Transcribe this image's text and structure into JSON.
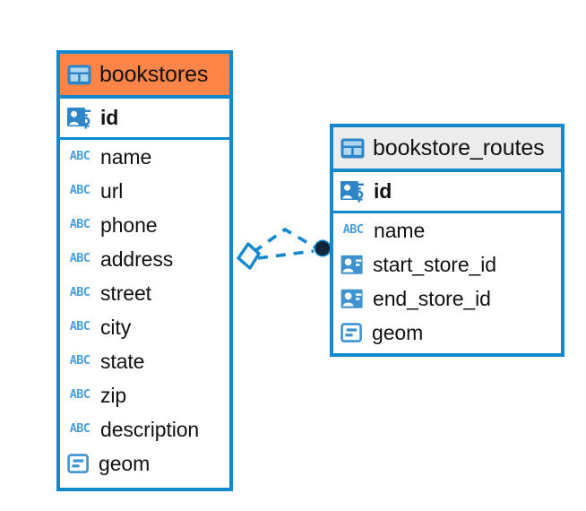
{
  "diagram": {
    "type": "entity-relationship-diagram",
    "background_color": "#FFFFFF",
    "accent_color": "#1289CE",
    "highlight_color": "#FF8447",
    "header_gray": "#ECECEC",
    "entities": [
      {
        "name": "bookstores",
        "header_style": "accent-orange",
        "table_icon": "table-icon",
        "fields": [
          {
            "label": "id",
            "type": "primary-key",
            "icon": "primary-key-icon"
          },
          {
            "label": "name",
            "type": "text",
            "icon": "abc-text-icon"
          },
          {
            "label": "url",
            "type": "text",
            "icon": "abc-text-icon"
          },
          {
            "label": "phone",
            "type": "text",
            "icon": "abc-text-icon"
          },
          {
            "label": "address",
            "type": "text",
            "icon": "abc-text-icon"
          },
          {
            "label": "street",
            "type": "text",
            "icon": "abc-text-icon"
          },
          {
            "label": "city",
            "type": "text",
            "icon": "abc-text-icon"
          },
          {
            "label": "state",
            "type": "text",
            "icon": "abc-text-icon"
          },
          {
            "label": "zip",
            "type": "text",
            "icon": "abc-text-icon"
          },
          {
            "label": "description",
            "type": "text",
            "icon": "abc-text-icon"
          },
          {
            "label": "geom",
            "type": "geometry",
            "icon": "geometry-icon"
          }
        ]
      },
      {
        "name": "bookstore_routes",
        "header_style": "accent-gray",
        "table_icon": "table-icon",
        "fields": [
          {
            "label": "id",
            "type": "primary-key",
            "icon": "primary-key-icon"
          },
          {
            "label": "name",
            "type": "text",
            "icon": "abc-text-icon"
          },
          {
            "label": "start_store_id",
            "type": "foreign-key",
            "icon": "foreign-key-icon"
          },
          {
            "label": "end_store_id",
            "type": "foreign-key",
            "icon": "foreign-key-icon"
          },
          {
            "label": "geom",
            "type": "geometry",
            "icon": "geometry-icon"
          }
        ]
      }
    ],
    "relationship": {
      "style": "dashed",
      "line_color": "#1289CE",
      "source_marker": "diamond-marker",
      "target_marker": "filled-circle-endpoint",
      "target_marker_color": "#0D1B2A",
      "line_count": 2
    },
    "icon_glyphs": {
      "abc_text": "ABC"
    }
  }
}
